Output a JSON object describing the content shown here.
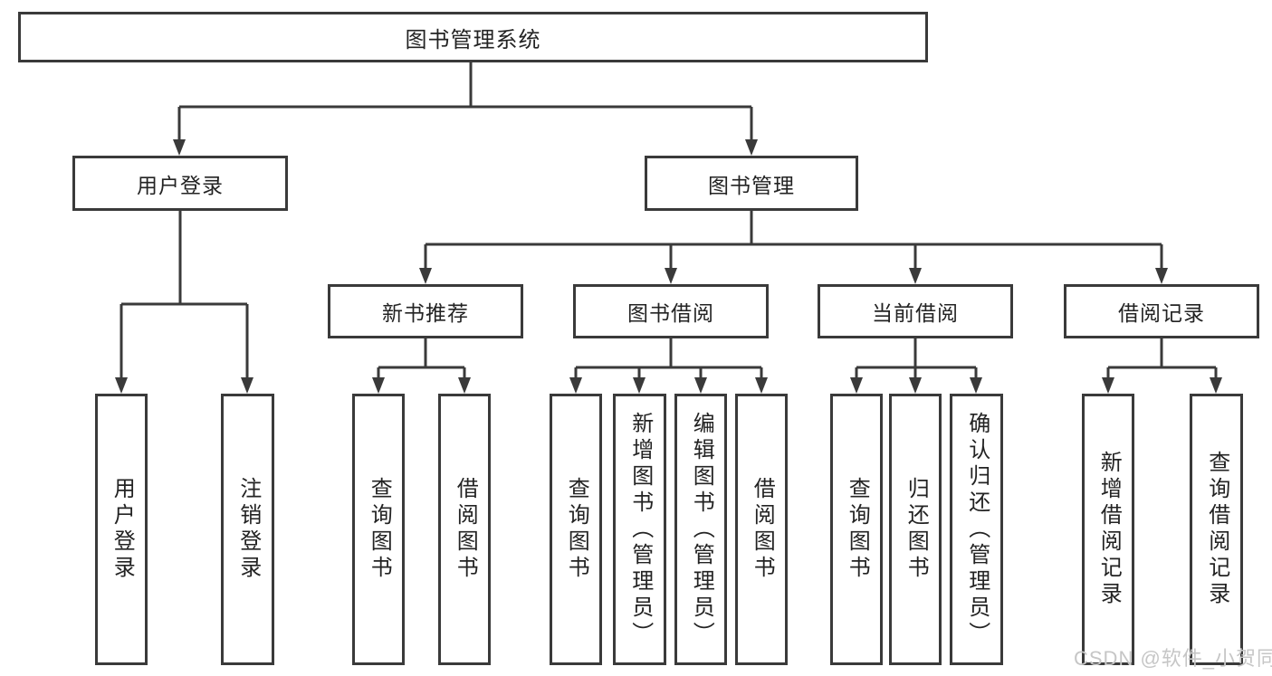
{
  "tree": {
    "label": "图书管理系统",
    "children": [
      {
        "label": "用户登录",
        "children": [
          {
            "label": "用户登录"
          },
          {
            "label": "注销登录"
          }
        ]
      },
      {
        "label": "图书管理",
        "children": [
          {
            "label": "新书推荐",
            "children": [
              {
                "label": "查询图书"
              },
              {
                "label": "借阅图书"
              }
            ]
          },
          {
            "label": "图书借阅",
            "children": [
              {
                "label": "查询图书"
              },
              {
                "label": "新增图书（管理员）"
              },
              {
                "label": "编辑图书（管理员）"
              },
              {
                "label": "借阅图书"
              }
            ]
          },
          {
            "label": "当前借阅",
            "children": [
              {
                "label": "查询图书"
              },
              {
                "label": "归还图书"
              },
              {
                "label": "确认归还（管理员）"
              }
            ]
          },
          {
            "label": "借阅记录",
            "children": [
              {
                "label": "新增借阅记录"
              },
              {
                "label": "查询借阅记录"
              }
            ]
          }
        ]
      }
    ]
  },
  "watermark": {
    "text": "CSDN @软件_小贺同学"
  },
  "colors": {
    "line": "#3a3a3a",
    "box_border": "#3a3a3a",
    "text": "#232323",
    "watermark": "#c6c6c6",
    "background": "#ffffff"
  }
}
